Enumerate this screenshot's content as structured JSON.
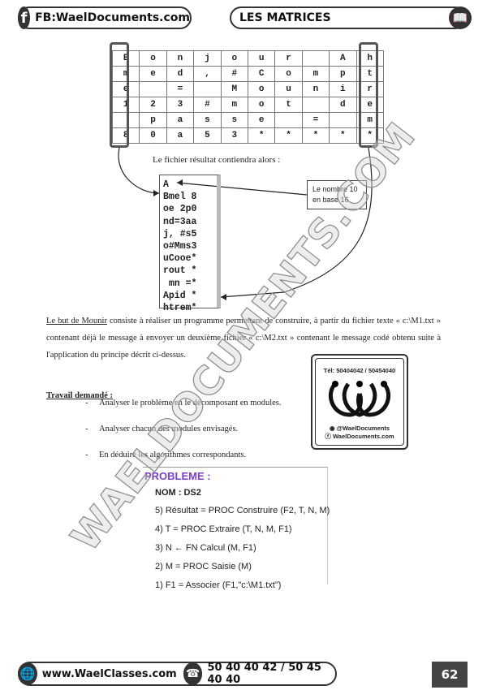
{
  "header": {
    "fb_label": "FB:WaelDocuments.com",
    "chapter_title": "LES MATRICES"
  },
  "matrix": [
    [
      "B",
      "o",
      "n",
      "j",
      "o",
      "u",
      "r",
      "",
      "A",
      "h"
    ],
    [
      "m",
      "e",
      "d",
      ",",
      "#",
      "C",
      "o",
      "m",
      "p",
      "t"
    ],
    [
      "e",
      "",
      "=",
      "",
      "M",
      "o",
      "u",
      "n",
      "i",
      "r"
    ],
    [
      "1",
      "2",
      "3",
      "#",
      "m",
      "o",
      "t",
      "",
      "d",
      "e"
    ],
    [
      "",
      "p",
      "a",
      "s",
      "s",
      "e",
      "",
      "=",
      "",
      "m"
    ],
    [
      "8",
      "0",
      "a",
      "5",
      "3",
      "*",
      "*",
      "*",
      "*",
      "*"
    ]
  ],
  "result_caption": "Le fichier résultat contiendra alors :",
  "result_lines": [
    "A",
    "Bmel 8",
    "oe 2p0",
    "nd=3aa",
    "j, #s5",
    "o#Mms3",
    "uCooe*",
    "rout *",
    " mn =*",
    "Apid *",
    "htrem*"
  ],
  "callout": {
    "line1": "Le nombre 10",
    "line2": "en  base 16"
  },
  "paragraph": {
    "lead": "Le but de Mounir",
    "text": " consiste à réaliser un programme permettant de construire, à partir du fichier texte « c:\\M1.txt » contenant déjà le message à envoyer un deuxième fichier « c:\\M2.txt » contenant le message codé obtenu suite à l'application du principe décrit ci-dessus."
  },
  "travail": {
    "title": "Travail demandé :",
    "items": [
      "Analyser le problème en le décomposant en modules.",
      "Analyser chacun des modules envisagés.",
      "En déduire les algorithmes correspondants."
    ]
  },
  "logo": {
    "tel": "Tél: 50404042 / 50454040",
    "instagram": "@WaelDocuments",
    "website": "WaelDocuments.com"
  },
  "probleme": {
    "title": "PROBLEME :",
    "nom": "NOM : DS2",
    "lines": [
      "5) Résultat = PROC Construire (F2, T, N, M)",
      "4) T  = PROC Extraire (T, N, M, F1)",
      "3) N ←  FN Calcul (M, F1)",
      "2) M =  PROC Saisie (M)",
      "1) F1 = Associer (F1,\"c:\\M1.txt\")"
    ],
    "title_color": "#7b3fc4"
  },
  "watermark": "WAELDOCUMENTS.COM",
  "footer": {
    "website": "www.WaelClasses.com",
    "phone": "50 40 40 42 / 50 45 40 40",
    "page_number": "62"
  }
}
